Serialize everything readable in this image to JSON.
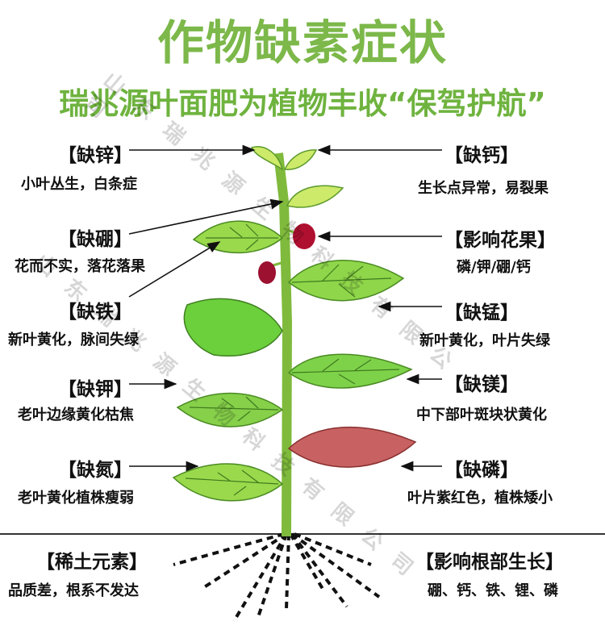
{
  "title": "作物缺素症状",
  "subtitle": "瑞兆源叶面肥为植物丰收“保驾护航”",
  "watermark": "山东瑞兆源生物科技有限公司",
  "left_items": [
    {
      "label": "【缺锌】",
      "desc": "小叶丛生，白条症"
    },
    {
      "label": "【缺硼】",
      "desc": "花而不实，落花落果"
    },
    {
      "label": "【缺铁】",
      "desc": "新叶黄化，脉间失绿"
    },
    {
      "label": "【缺钾】",
      "desc": "老叶边缘黄化枯焦"
    },
    {
      "label": "【缺氮】",
      "desc": "老叶黄化植株瘦弱"
    },
    {
      "label": "【稀土元素】",
      "desc": "品质差，根系不发达"
    }
  ],
  "right_items": [
    {
      "label": "【缺钙】",
      "desc": "生长点异常，易裂果"
    },
    {
      "label": "【影响花果】",
      "desc": "磷/钾/硼/钙"
    },
    {
      "label": "【缺锰】",
      "desc": "新叶黄化，叶片失绿"
    },
    {
      "label": "【缺镁】",
      "desc": "中下部叶斑块状黄化"
    },
    {
      "label": "【缺磷】",
      "desc": "叶片紫红色，植株矮小"
    },
    {
      "label": "【影响根部生长】",
      "desc": "硼、钙、铁、锂、磷"
    }
  ],
  "colors": {
    "title": "#7cb84a",
    "stem": "#7fba3c",
    "leaf_green": "#86d04a",
    "leaf_light": "#cdea6a",
    "leaf_purple": "#c86262",
    "fruit": "#b01030"
  }
}
